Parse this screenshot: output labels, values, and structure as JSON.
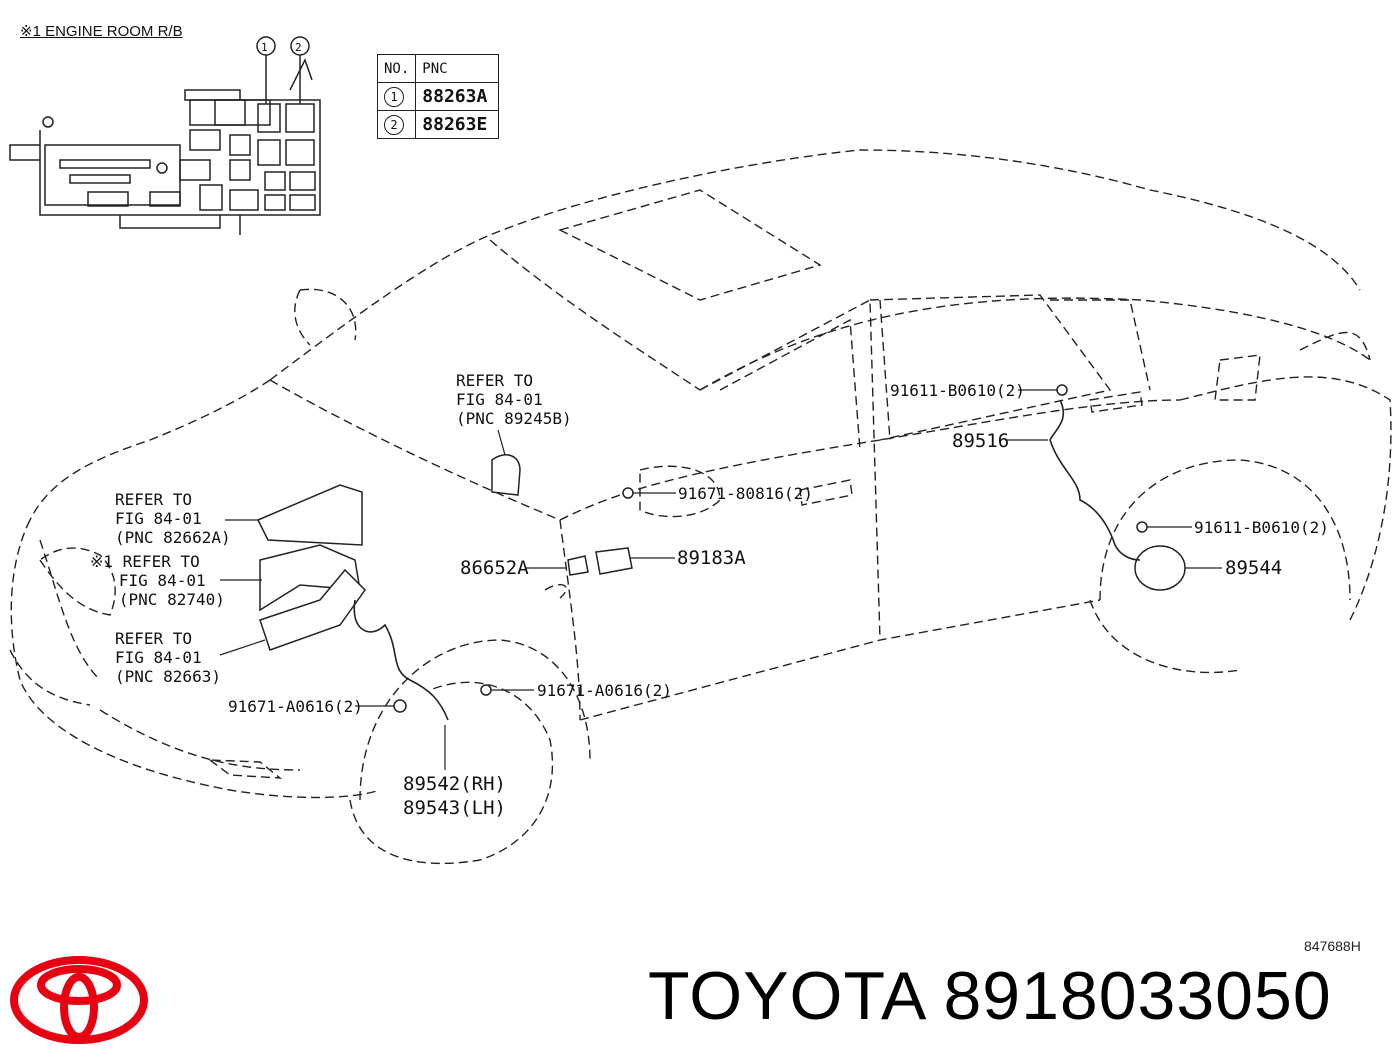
{
  "engine_room": {
    "title": "※1 ENGINE ROOM R/B",
    "markers": [
      "1",
      "2"
    ]
  },
  "pnc_table": {
    "headers": [
      "NO.",
      "PNC"
    ],
    "rows": [
      {
        "no": "1",
        "pnc": "88263A"
      },
      {
        "no": "2",
        "pnc": "88263E"
      }
    ]
  },
  "callouts": {
    "refer_89245b": "REFER TO\nFIG 84-01\n(PNC 89245B)",
    "refer_82662a": "REFER TO\nFIG 84-01\n(PNC 82662A)",
    "refer_82740": "※1 REFER TO\n   FIG 84-01\n   (PNC 82740)",
    "refer_82663": "REFER TO\nFIG 84-01\n(PNC 82663)",
    "p_91611_top": "91611-B0610(2)",
    "p_89516": "89516",
    "p_91671_80816": "91671-80816(2)",
    "p_91611_mid": "91611-B0610(2)",
    "p_86652a": "86652A",
    "p_89183a": "89183A",
    "p_89544": "89544",
    "p_91671_a0616_left": "91671-A0616(2)",
    "p_91671_a0616_right": "91671-A0616(2)",
    "p_89542": "89542(RH)",
    "p_89543": "89543(LH)"
  },
  "footer": {
    "figure_code": "847688H",
    "brand": "TOYOTA",
    "part_number": "8918033050"
  },
  "colors": {
    "logo_red": "#e60012",
    "line": "#222222"
  }
}
